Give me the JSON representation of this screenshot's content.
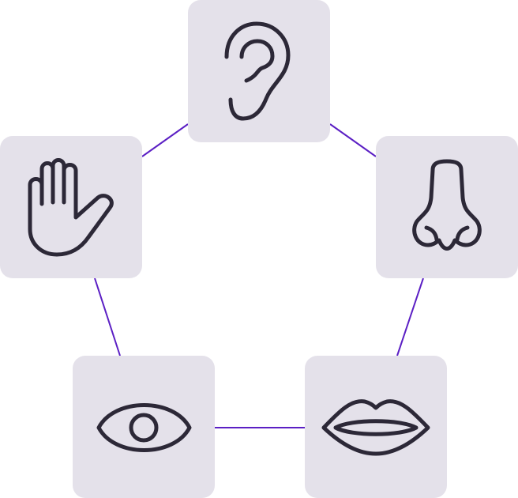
{
  "diagram": {
    "type": "pentagon-cycle",
    "nodes": [
      {
        "id": "hearing",
        "icon": "ear-icon"
      },
      {
        "id": "smell",
        "icon": "nose-icon"
      },
      {
        "id": "taste",
        "icon": "lips-icon"
      },
      {
        "id": "sight",
        "icon": "eye-icon"
      },
      {
        "id": "touch",
        "icon": "hand-icon"
      }
    ],
    "edges": [
      [
        "hearing",
        "smell"
      ],
      [
        "smell",
        "taste"
      ],
      [
        "taste",
        "sight"
      ],
      [
        "sight",
        "touch"
      ],
      [
        "touch",
        "hearing"
      ]
    ],
    "colors": {
      "node_fill": "#e4e1ea",
      "edge": "#5b1fc4",
      "icon_stroke": "#2c2837"
    }
  }
}
